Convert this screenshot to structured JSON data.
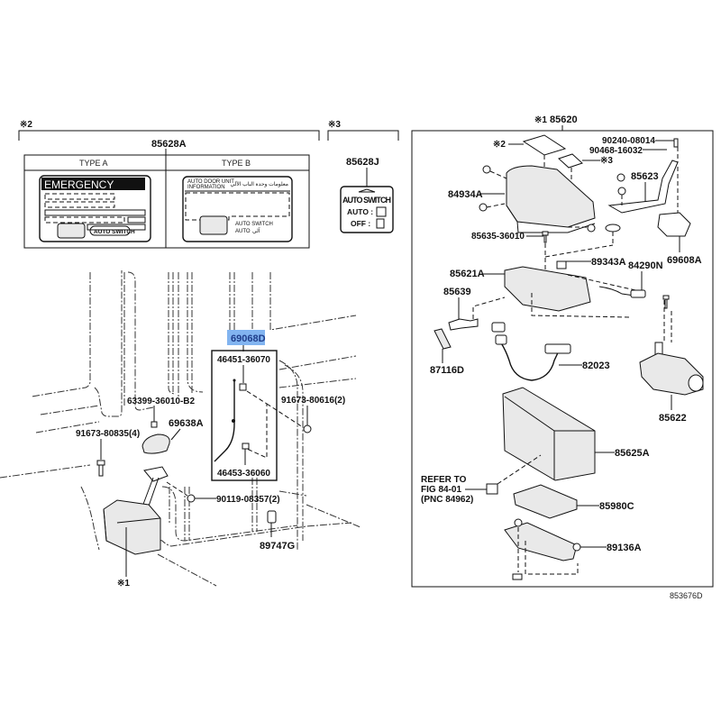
{
  "figure_id": "853676D",
  "highlight_color": "#82b4f0",
  "groups": {
    "label_group": {
      "note": "※2",
      "part": "85628A",
      "type_a": "TYPE A",
      "type_b": "TYPE B"
    },
    "switch_label_group": {
      "note": "※3",
      "part": "85628J"
    },
    "unit_group": {
      "note": "※1",
      "part": "85620"
    }
  },
  "type_a_label": {
    "heading": "EMERGENCY",
    "switch_text": "AUTO SWITCH"
  },
  "type_b_label": {
    "heading_line1": "AUTO DOOR UNIT",
    "heading_line2": "INFORMATION",
    "heading_arabic": "معلومات وحدة الباب الآلي",
    "switch_text": "AUTO SWITCH",
    "auto_text": "AUTO",
    "auto_arabic": "آلي"
  },
  "switch_label": {
    "title": "AUTO SWITCH",
    "auto": "AUTO :",
    "off": "OFF :"
  },
  "left_parts": {
    "p63399": "63399-36010-B2",
    "p69638A": "69638A",
    "p91673_80835": "91673-80835(4)",
    "p69068D": "69068D",
    "p46451": "46451-36070",
    "p46453": "46453-36060",
    "p91673_80616": "91673-80616(2)",
    "p90119": "90119-08357(2)",
    "p89747G": "89747G",
    "note1": "※1"
  },
  "right_parts": {
    "note2": "※2",
    "note3": "※3",
    "p90240": "90240-08014",
    "p90468": "90468-16032",
    "p84934A": "84934A",
    "p85623": "85623",
    "p85635": "85635-36010",
    "p69608A": "69608A",
    "p89343A": "89343A",
    "p84290N": "84290N",
    "p85621A": "85621A",
    "p85639": "85639",
    "p87116D": "87116D",
    "p82023": "82023",
    "p85622": "85622",
    "p85625A": "85625A",
    "refer1": "REFER TO",
    "refer2": "FIG 84-01",
    "refer3": "(PNC 84962)",
    "p85980C": "85980C",
    "p89136A": "89136A"
  }
}
